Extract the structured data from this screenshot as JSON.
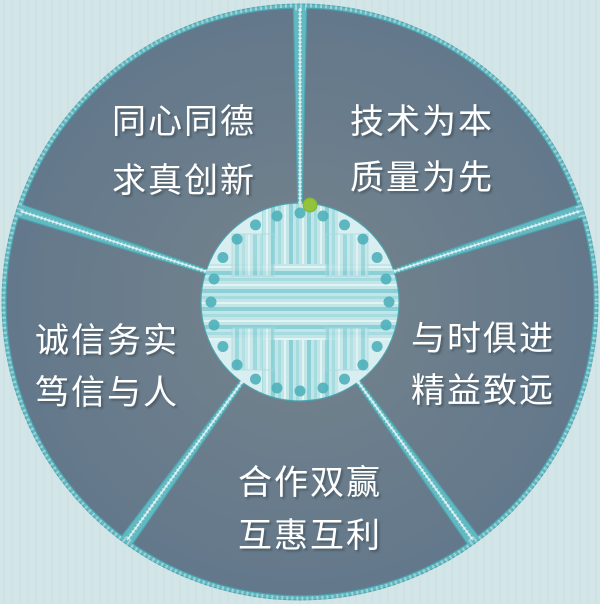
{
  "diagram": {
    "kind": "values-wheel",
    "segments": [
      {
        "id": "top-left",
        "line1": "同心同德",
        "line2": "求真创新"
      },
      {
        "id": "top-right",
        "line1": "技术为本",
        "line2": "质量为先"
      },
      {
        "id": "right",
        "line1": "与时俱进",
        "line2": "精益致远"
      },
      {
        "id": "bottom",
        "line1": "合作双赢",
        "line2": "互惠互利"
      },
      {
        "id": "left",
        "line1": "诚信务实",
        "line2": "笃信与人"
      }
    ],
    "colors": {
      "segment_fill": "#6b7d8c",
      "divider_teal": "#5fb6bf",
      "rim_teal": "#62b9c2",
      "background": "#d3e5e7",
      "center_light": "#d8eef0",
      "center_stripe": "#8ad0d6",
      "dot_ring_teal": "#4fb0ba",
      "marker_green": "#92c33c",
      "label_text": "#ffffff"
    }
  }
}
